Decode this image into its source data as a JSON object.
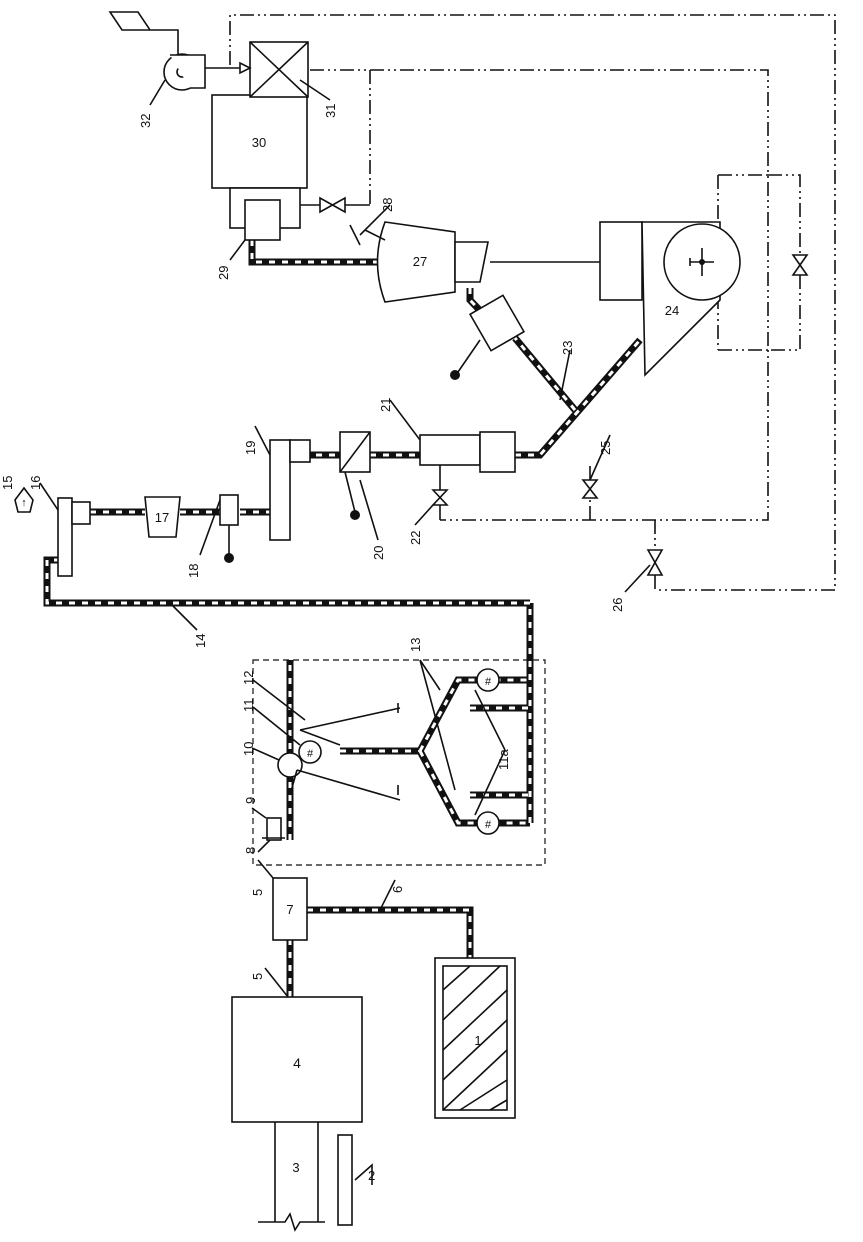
{
  "labels": {
    "l1": "1",
    "l2": "2",
    "l3": "3",
    "l4": "4",
    "l5a": "5",
    "l5b": "5",
    "l6": "6",
    "l7": "7",
    "l8": "8",
    "l9": "9",
    "l10": "10",
    "l11": "11",
    "l11a": "11a",
    "l12": "12",
    "l13": "13",
    "l14": "14",
    "l15": "15",
    "l16": "16",
    "l17": "17",
    "l18": "18",
    "l19": "19",
    "l20": "20",
    "l21": "21",
    "l22": "22",
    "l23": "23",
    "l24": "24",
    "l25": "25",
    "l26": "26",
    "l27": "27",
    "l28": "28",
    "l29": "29",
    "l30": "30",
    "l31": "31",
    "l32": "32"
  }
}
